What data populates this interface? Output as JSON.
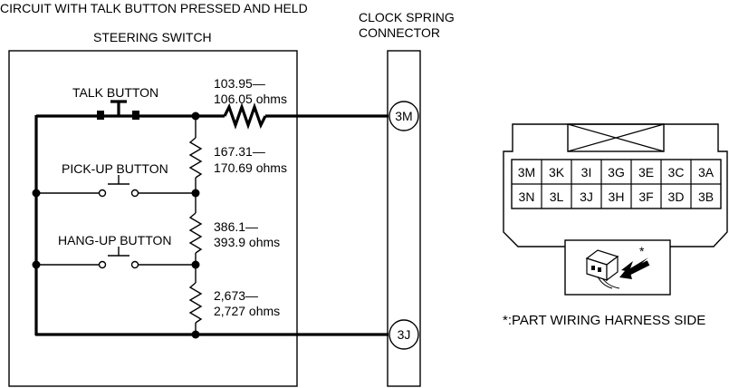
{
  "title": "CIRCUIT WITH TALK BUTTON PRESSED AND HELD",
  "steering_switch_label": "STEERING SWITCH",
  "clock_spring_label_line1": "CLOCK SPRING",
  "clock_spring_label_line2": "CONNECTOR",
  "buttons": {
    "talk": "TALK BUTTON",
    "pickup": "PICK-UP BUTTON",
    "hangup": "HANG-UP BUTTON"
  },
  "resistors": [
    {
      "line1": "103.95—",
      "line2": "106.05 ohms"
    },
    {
      "line1": "167.31—",
      "line2": "170.69 ohms"
    },
    {
      "line1": "386.1—",
      "line2": "393.9 ohms"
    },
    {
      "line1": "2,673—",
      "line2": "2,727 ohms"
    }
  ],
  "terminals": {
    "top": "3M",
    "bottom": "3J"
  },
  "connector_pins": {
    "row1": [
      "3M",
      "3K",
      "3I",
      "3G",
      "3E",
      "3C",
      "3A"
    ],
    "row2": [
      "3N",
      "3L",
      "3J",
      "3H",
      "3F",
      "3D",
      "3B"
    ]
  },
  "harness_star": "*",
  "harness_note": "*:PART WIRING HARNESS SIDE"
}
